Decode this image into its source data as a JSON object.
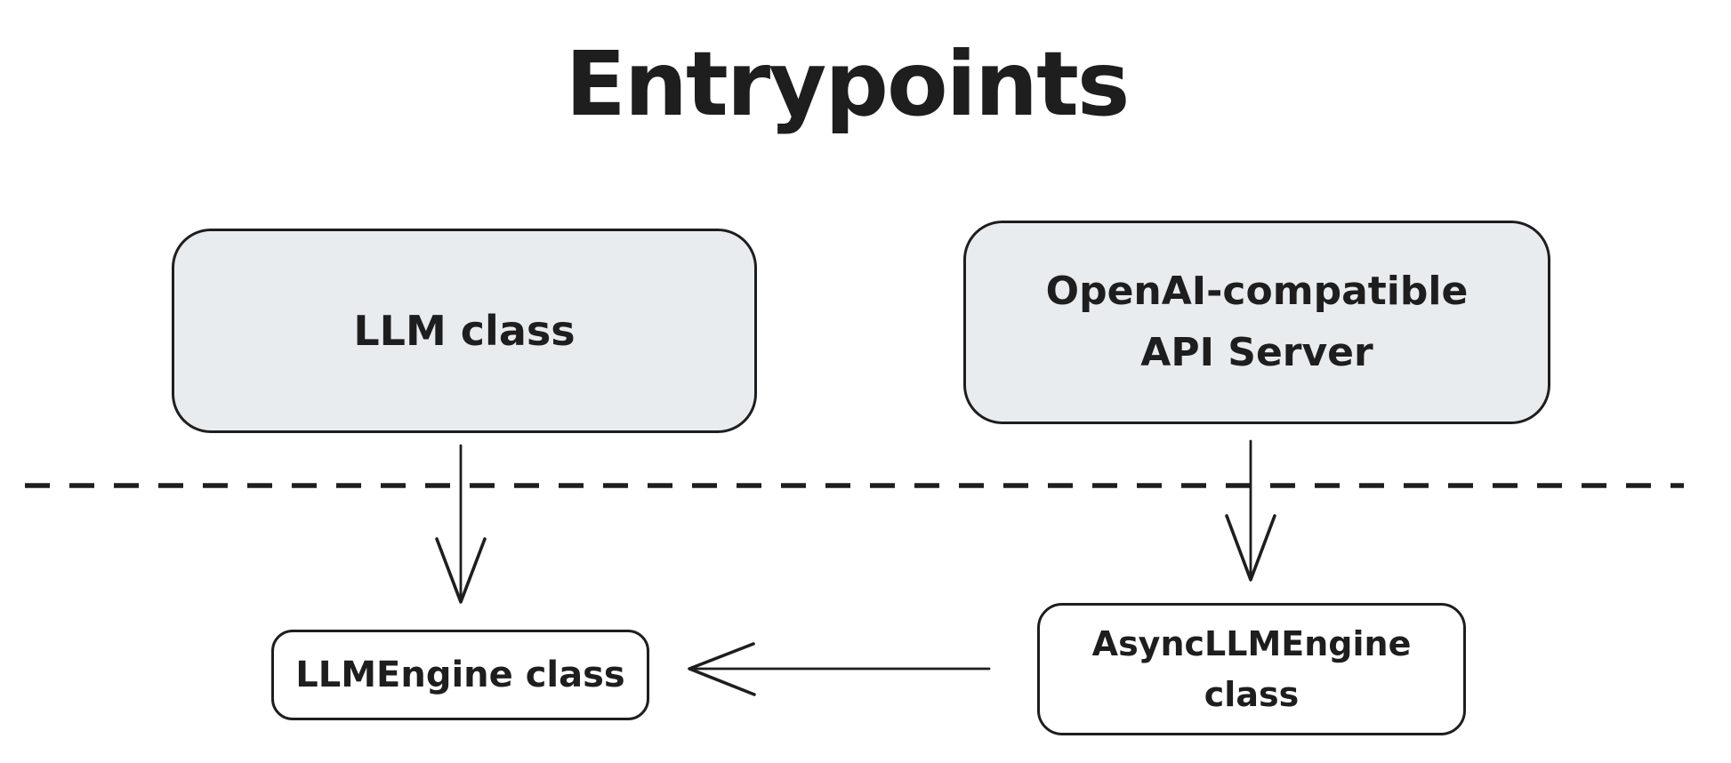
{
  "title": "Entrypoints",
  "diagram": {
    "stroke_color": "#1e1e1e",
    "background_color": "#ffffff",
    "node_fill_gray": "#e9ecef",
    "node_fill_white": "#ffffff",
    "nodes": [
      {
        "id": "llm-class",
        "label": "LLM class",
        "fill": "#e9ecef"
      },
      {
        "id": "openai-api-server",
        "label": "OpenAI-compatible\nAPI Server",
        "fill": "#e9ecef"
      },
      {
        "id": "llm-engine-class",
        "label": "LLMEngine class",
        "fill": "#ffffff"
      },
      {
        "id": "async-llm-engine-class",
        "label": "AsyncLLMEngine\nclass",
        "fill": "#ffffff"
      }
    ],
    "edges": [
      {
        "from": "llm-class",
        "to": "llm-engine-class",
        "type": "arrow",
        "direction": "down"
      },
      {
        "from": "openai-api-server",
        "to": "async-llm-engine-class",
        "type": "arrow",
        "direction": "down"
      },
      {
        "from": "async-llm-engine-class",
        "to": "llm-engine-class",
        "type": "arrow",
        "direction": "left"
      }
    ],
    "separator": {
      "type": "dashed-line",
      "orientation": "horizontal"
    }
  }
}
